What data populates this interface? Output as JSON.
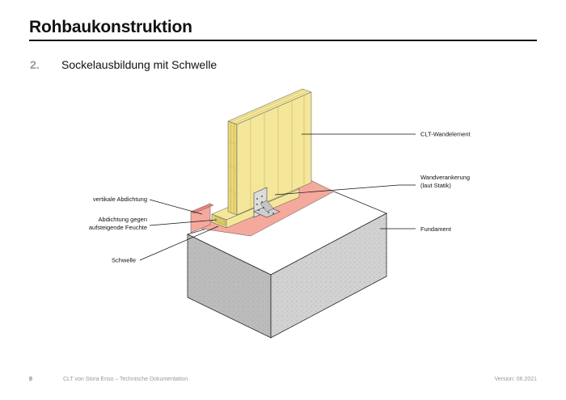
{
  "header": {
    "title": "Rohbaukonstruktion"
  },
  "section": {
    "number": "2.",
    "title": "Sockelausbildung mit Schwelle"
  },
  "diagram": {
    "labels": {
      "clt_wall": "CLT-Wandelement",
      "anchoring_line1": "Wandverankerung",
      "anchoring_line2": "(laut Statik)",
      "vertical_sealing": "vertikale Abdichtung",
      "moisture_line1": "Abdichtung gegen",
      "moisture_line2": "aufsteigende Feuchte",
      "foundation": "Fundament",
      "sill": "Schwelle"
    },
    "colors": {
      "wood": "#f4e79a",
      "wood_dark": "#e8d877",
      "sealing": "#f4a99c",
      "sealing_dark": "#e8847a",
      "concrete_top": "#ffffff",
      "concrete_side": "#d2d2d2",
      "concrete_front": "#bcbcbc"
    }
  },
  "footer": {
    "page_number": "8",
    "doc_title": "CLT von Stora Enso – Technische Dokumentation",
    "version": "Version: 06.2021"
  }
}
